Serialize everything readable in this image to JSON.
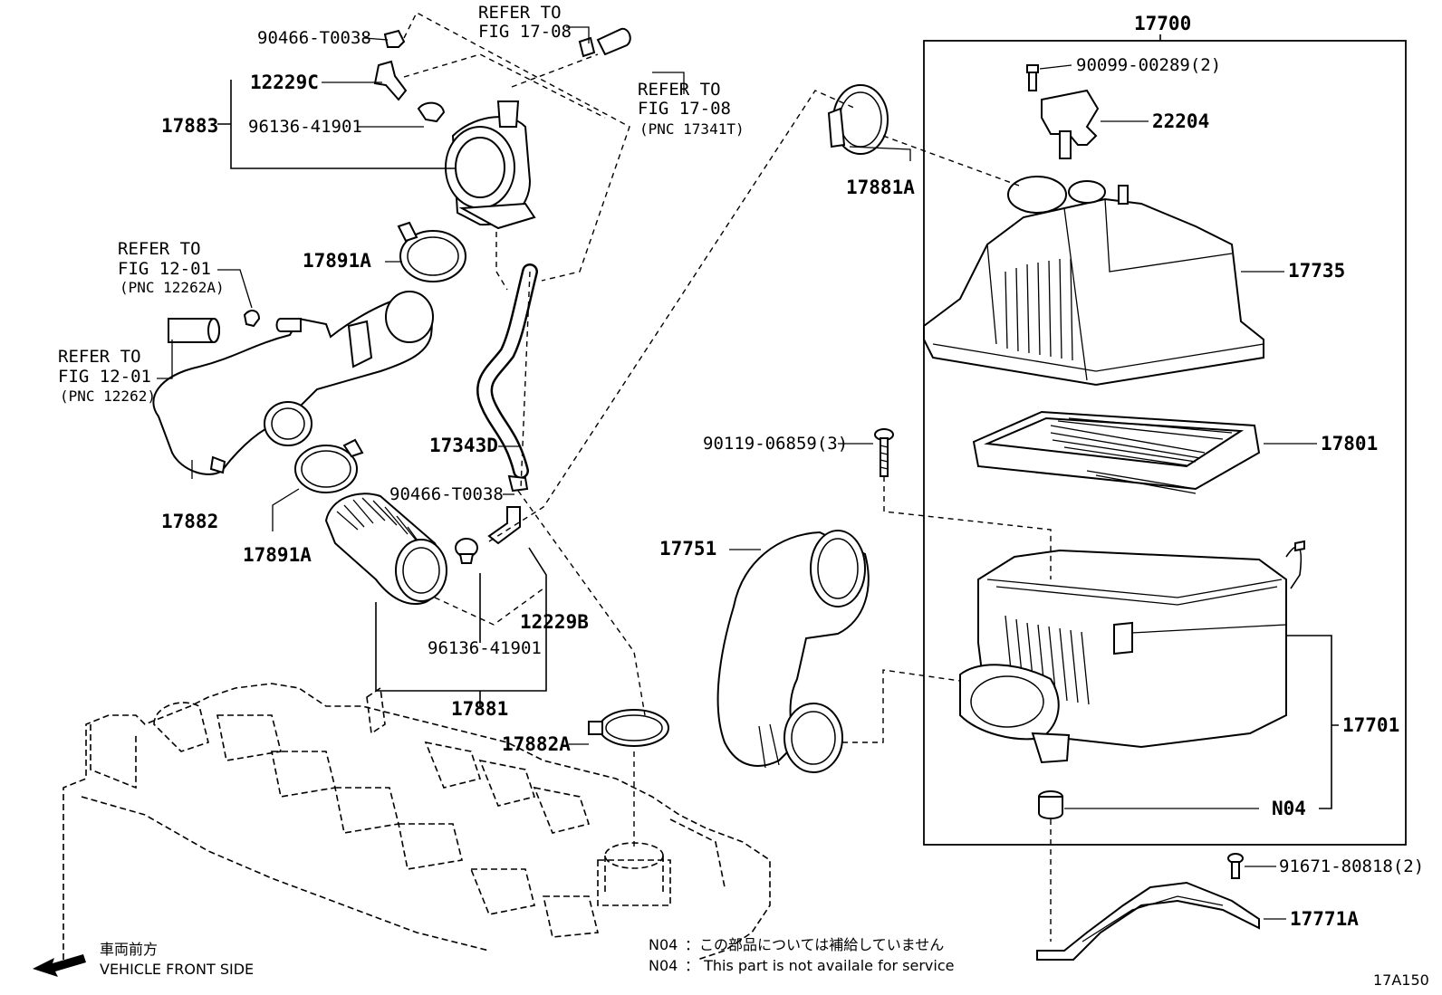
{
  "assembly": {
    "p17700": "17700",
    "p17883": "17883",
    "p17881": "17881",
    "p17701": "17701"
  },
  "parts": {
    "p90466_top": "90466-T0038",
    "p12229C": "12229C",
    "p96136_top": "96136-41901",
    "p17891A_top": "17891A",
    "p17882": "17882",
    "p17891A_bottom": "17891A",
    "p17343D": "17343D",
    "p90466_mid": "90466-T0038",
    "p12229B": "12229B",
    "p96136_bottom": "96136-41901",
    "p17882A": "17882A",
    "p17751": "17751",
    "p17881A": "17881A",
    "p90099": "90099-00289(2)",
    "p22204": "22204",
    "p17735": "17735",
    "p90119": "90119-06859(3)",
    "p17801": "17801",
    "pN04": "N04",
    "p91671": "91671-80818(2)",
    "p17771A": "17771A"
  },
  "refs": {
    "ref_17_08_a_line1": "REFER TO",
    "ref_17_08_a_line2": "FIG 17-08",
    "ref_17_08_b_line1": "REFER TO",
    "ref_17_08_b_line2": "FIG 17-08",
    "ref_17_08_b_line3": "(PNC 17341T)",
    "ref_12_01_a_line1": "REFER TO",
    "ref_12_01_a_line2": "FIG 12-01",
    "ref_12_01_a_line3": "(PNC 12262A)",
    "ref_12_01_b_line1": "REFER TO",
    "ref_12_01_b_line2": "FIG 12-01",
    "ref_12_01_b_line3": "(PNC 12262)"
  },
  "notes": {
    "jp_code": "N04",
    "jp_text": "：この部品については補給していません",
    "en_code": "N04",
    "en_text": "： This part is not availale for service"
  },
  "direction": {
    "jp": "車両前方",
    "en": "VEHICLE FRONT SIDE"
  },
  "figure_id": "17A150"
}
